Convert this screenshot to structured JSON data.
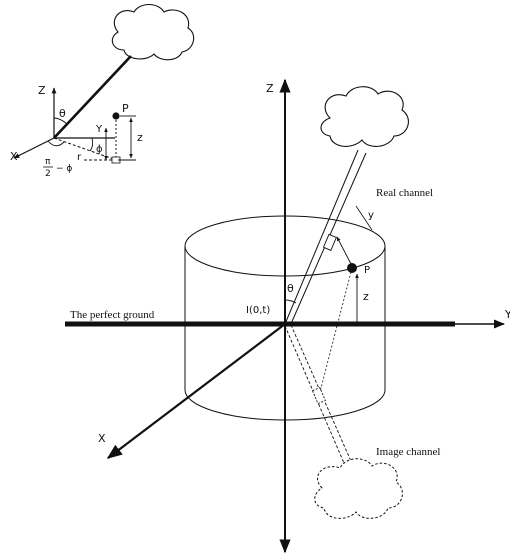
{
  "inset": {
    "axis_z": "Z",
    "axis_x": "X",
    "axis_y": "Y",
    "point": "P",
    "theta": "θ",
    "phi": "ϕ",
    "r": "r",
    "z": "z",
    "pi_num": "π",
    "pi_den": "2",
    "minus_phi": "− ϕ"
  },
  "main": {
    "axis_z": "Z",
    "axis_x": "X",
    "axis_y": "Y",
    "point": "P",
    "theta": "θ",
    "z": "z",
    "y": "y",
    "origin": "I(0,t)",
    "ground": "The perfect ground",
    "real_channel": "Real channel",
    "image_channel": "Image channel"
  },
  "colors": {
    "ink": "#111111",
    "background": "#ffffff"
  }
}
